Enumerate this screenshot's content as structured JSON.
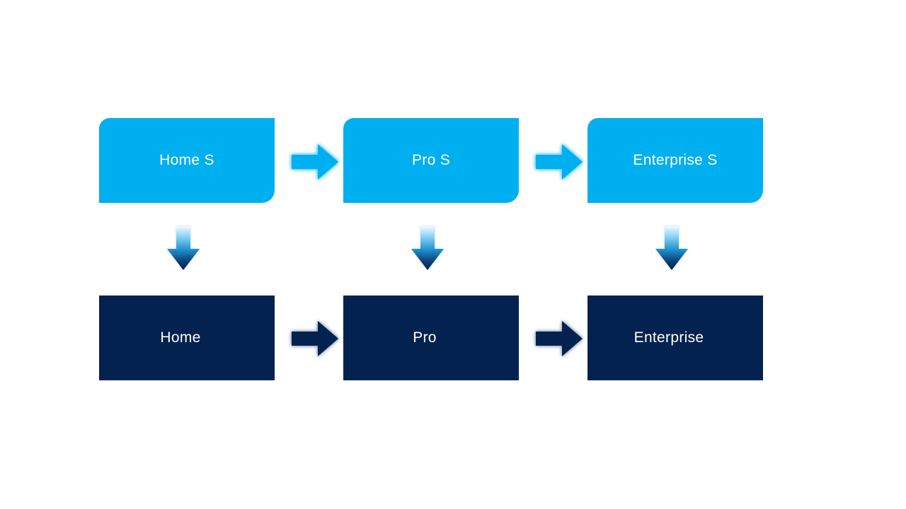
{
  "diagram": {
    "columns": [
      {
        "top_label": "Home S",
        "bottom_label": "Home"
      },
      {
        "top_label": "Pro S",
        "bottom_label": "Pro"
      },
      {
        "top_label": "Enterprise S",
        "bottom_label": "Enterprise"
      }
    ],
    "colors": {
      "light_blue": "#00AFF0",
      "dark_navy": "#03224F",
      "label_text": "#FFFFFF",
      "canvas_bg": "#FFFFFF",
      "top_arrow_glow": "rgba(64,196,255,0.85)",
      "bottom_arrow_glow": "rgba(90,115,155,0.6)",
      "down_gradient": [
        "#F2FAFE",
        "#6FC7EF",
        "#1E8CC9",
        "#0D4077",
        "#052249"
      ]
    }
  }
}
